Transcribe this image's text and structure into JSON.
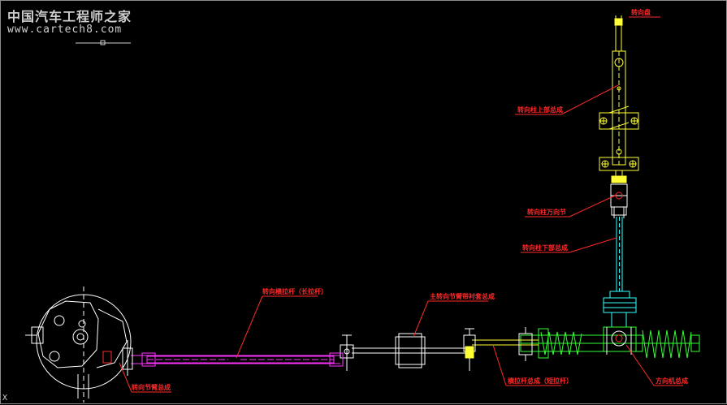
{
  "watermark": {
    "title": "中国汽车工程师之家",
    "url": "www.cartech8.com"
  },
  "labels": {
    "steering_wheel": "转向盘",
    "column_upper": "转向柱上部总成",
    "universal_joint": "转向柱万向节",
    "column_lower": "转向柱下部总成",
    "drag_link": "转向横拉杆（长拉杆）",
    "support_assembly": "主转向节臂带衬套总成",
    "knuckle_arm": "转向节臂总成",
    "tie_rod": "横拉杆总成（短拉杆）",
    "gear": "方向机总成"
  },
  "ucs_glyph": "X",
  "colors": {
    "background": "#000000",
    "label": "#ff2a2a",
    "column": "#ffff33",
    "rod": "#ff33ff",
    "gear": "#33ff33",
    "line": "#ffffff",
    "cyan": "#33ffff"
  }
}
